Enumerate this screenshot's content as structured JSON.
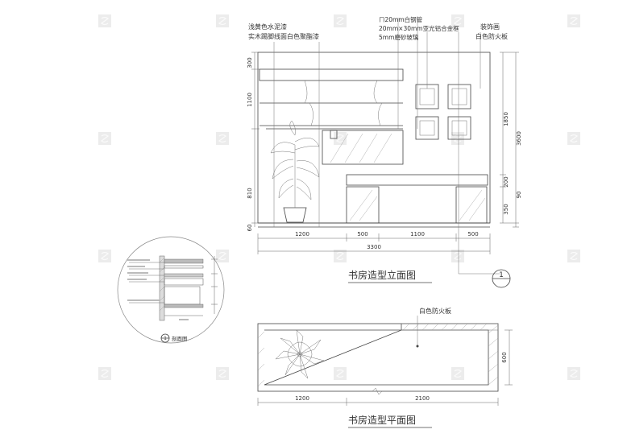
{
  "annotations": {
    "elev_top_left": [
      "浅黄色水泥漆",
      "实木踢脚线面白色聚酯漆"
    ],
    "elev_top_mid": [
      "ㄇ20mm白钢管",
      "20mm×30mm亚光铝合金框",
      "5mm磨砂玻璃"
    ],
    "elev_top_right": [
      "装饰画",
      "白色防火板"
    ],
    "plan_label": "白色防火板"
  },
  "titles": {
    "elevation": "书房造型立面图",
    "plan": "书房造型平面图",
    "detail_mark": "1",
    "detail_title": "剖面图"
  },
  "dimensions": {
    "elev_left": [
      "300",
      "1100",
      "810",
      "60"
    ],
    "elev_right_a": [
      "1850",
      "200",
      "350"
    ],
    "elev_right_b": [
      "3600",
      "90"
    ],
    "elev_bottom": [
      "1200",
      "500",
      "1100",
      "500"
    ],
    "elev_total": "3300",
    "plan_right": "600",
    "plan_bottom": [
      "1200",
      "2100"
    ]
  },
  "colors": {
    "line": "#444444",
    "watermark": "#e6e6e6"
  }
}
